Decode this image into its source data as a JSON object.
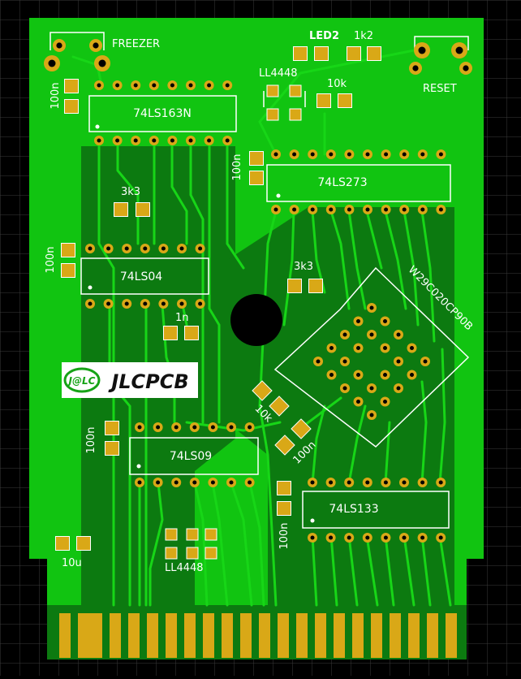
{
  "colors": {
    "background": "#000000",
    "grid": "#3a3a3a",
    "board": "#11c411",
    "copper_dark": "#0c7a10",
    "trace": "#14d414",
    "silk": "#ffffff",
    "pad": "#d9a817",
    "hole": "#000000",
    "logo_bg": "#ffffff",
    "logo_fg": "#16a316"
  },
  "labels": {
    "freezer": "FREEZER",
    "reset": "RESET",
    "led2": "LED2",
    "r_1k2": "1k2",
    "ll4448_top": "LL4448",
    "ll4448_bottom": "LL4448",
    "r_10k_top": "10k",
    "r_10k_diag": "10k",
    "c_100n_diag": "100n",
    "r_3k3_left": "3k3",
    "r_3k3_mid": "3k3",
    "c_1n": "1n",
    "c_10u": "10u",
    "c_100n_1": "100n",
    "c_100n_2": "100n",
    "c_100n_3": "100n",
    "c_100n_4": "100n",
    "c_100n_5": "100n",
    "ic_74ls163n": "74LS163N",
    "ic_74ls273": "74LS273",
    "ic_74ls04": "74LS04",
    "ic_74ls09": "74LS09",
    "ic_74ls133": "74LS133",
    "ic_w29c020": "W29C020CP90B",
    "logo_mark": "J@LC",
    "logo_text": "JLCPCB"
  }
}
